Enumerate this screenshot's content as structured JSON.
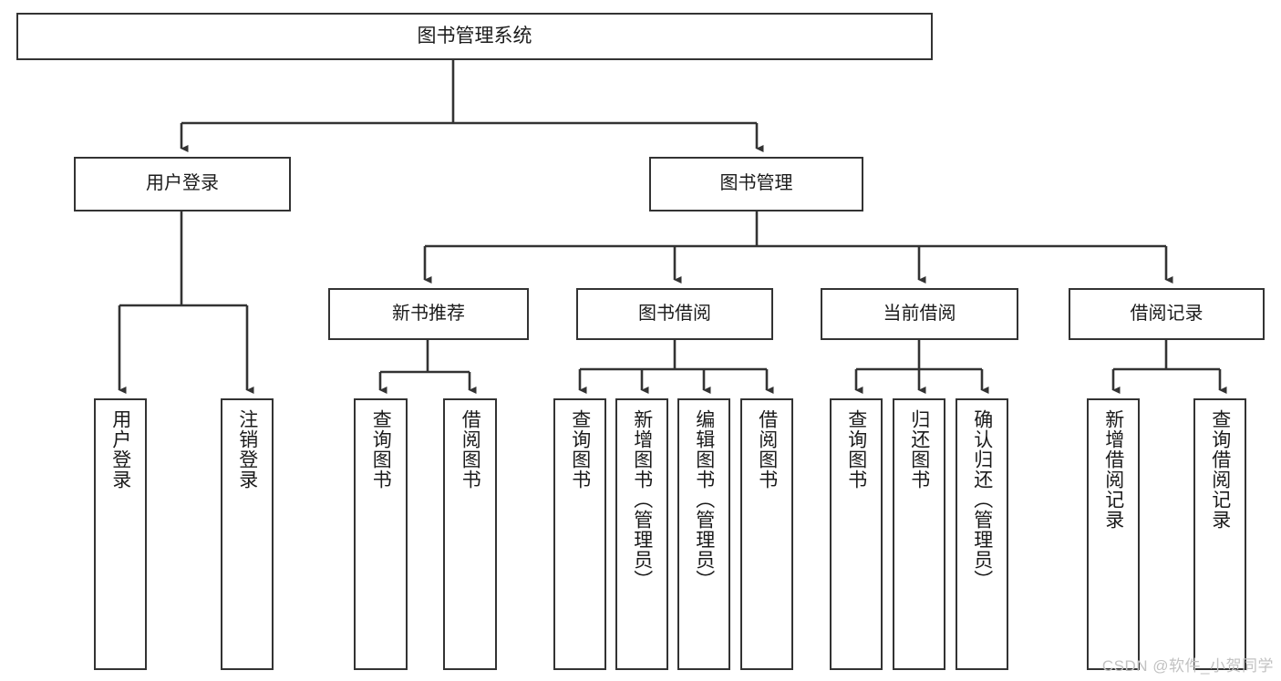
{
  "diagram": {
    "type": "tree-hierarchy",
    "title": "图书管理系统",
    "watermark": "CSDN @软件_小贺同学",
    "colors": {
      "border": "#333333",
      "background": "#ffffff",
      "text": "#1b1b1b",
      "edge": "#333333",
      "watermark": "#c2c2c2"
    },
    "nodes": {
      "root": {
        "label": "图书管理系统"
      },
      "level1": [
        {
          "label": "用户登录"
        },
        {
          "label": "图书管理"
        }
      ],
      "level2": [
        {
          "label": "新书推荐"
        },
        {
          "label": "图书借阅"
        },
        {
          "label": "当前借阅"
        },
        {
          "label": "借阅记录"
        }
      ],
      "leaves_user_login": [
        {
          "label": "用户登录"
        },
        {
          "label": "注销登录"
        }
      ],
      "leaves_new_book": [
        {
          "label": "查询图书"
        },
        {
          "label": "借阅图书"
        }
      ],
      "leaves_borrow": [
        {
          "label": "查询图书"
        },
        {
          "label": "新增图书（管理员）"
        },
        {
          "label": "编辑图书（管理员）"
        },
        {
          "label": "借阅图书"
        }
      ],
      "leaves_current": [
        {
          "label": "查询图书"
        },
        {
          "label": "归还图书"
        },
        {
          "label": "确认归还（管理员）"
        }
      ],
      "leaves_record": [
        {
          "label": "新增借阅记录"
        },
        {
          "label": "查询借阅记录"
        }
      ]
    }
  }
}
